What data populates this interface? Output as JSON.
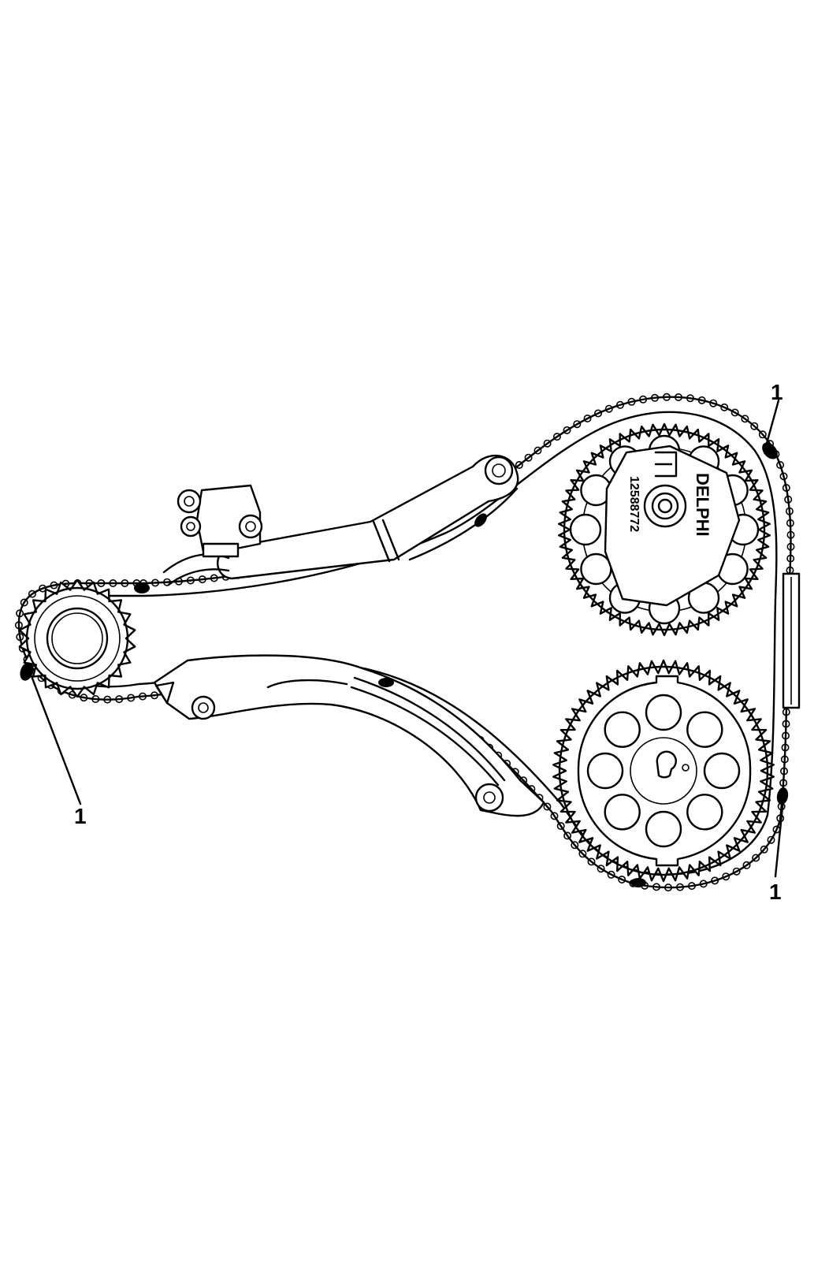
{
  "diagram": {
    "callouts": [
      {
        "id": "a",
        "label": "1"
      },
      {
        "id": "b",
        "label": "1"
      },
      {
        "id": "c",
        "label": "1"
      }
    ],
    "stamp": {
      "brand": "DELPHI",
      "part_number": "12588772"
    },
    "colors": {
      "line": "#000000",
      "background": "#ffffff"
    }
  }
}
